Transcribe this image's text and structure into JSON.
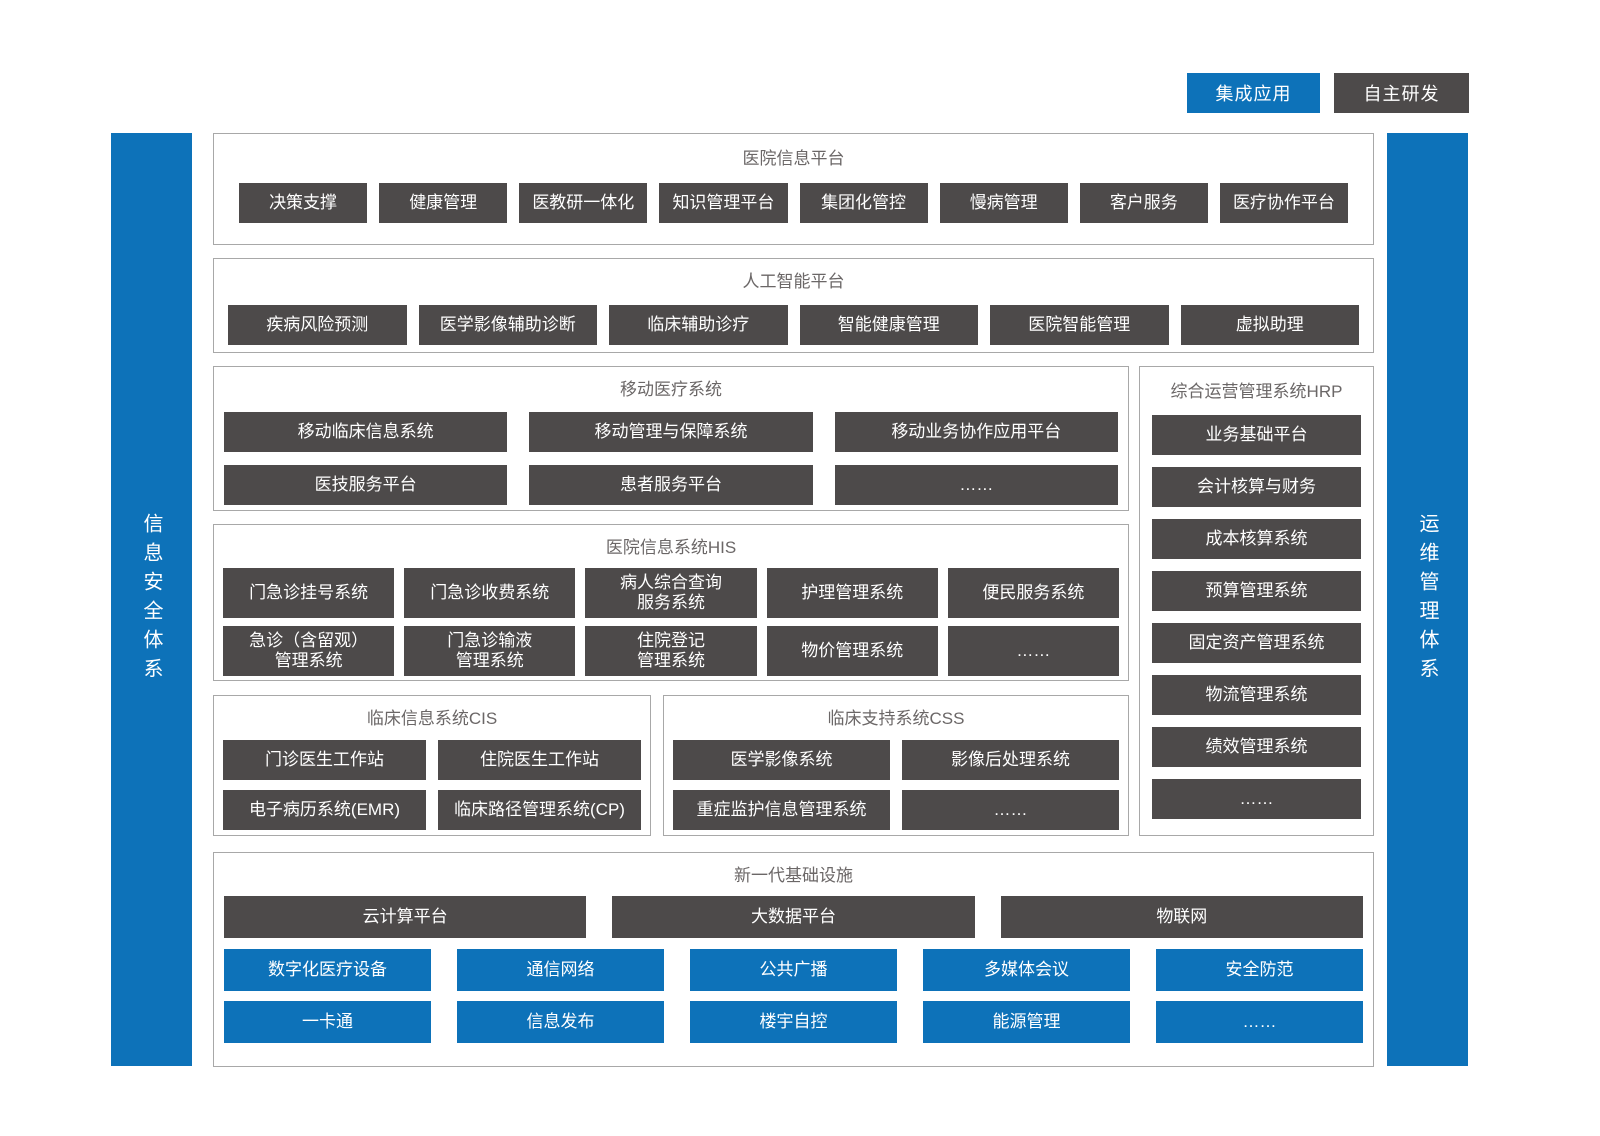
{
  "colors": {
    "blue": "#0d72b9",
    "dark": "#4d4a4a",
    "border": "#a8a8a8",
    "title_text": "#6b6767"
  },
  "legend": {
    "integrated": "集成应用",
    "self_developed": "自主研发"
  },
  "side_bars": {
    "left": "信息安全体系",
    "right": "运维管理体系"
  },
  "sections": {
    "hospital_info_platform": {
      "title": "医院信息平台",
      "items": [
        "决策支撑",
        "健康管理",
        "医教研一体化",
        "知识管理平台",
        "集团化管控",
        "慢病管理",
        "客户服务",
        "医疗协作平台"
      ]
    },
    "ai_platform": {
      "title": "人工智能平台",
      "items": [
        "疾病风险预测",
        "医学影像辅助诊断",
        "临床辅助诊疗",
        "智能健康管理",
        "医院智能管理",
        "虚拟助理"
      ]
    },
    "mobile_medical": {
      "title": "移动医疗系统",
      "rows": [
        [
          "移动临床信息系统",
          "移动管理与保障系统",
          "移动业务协作应用平台"
        ],
        [
          "医技服务平台",
          "患者服务平台",
          "……"
        ]
      ]
    },
    "hrp": {
      "title": "综合运营管理系统HRP",
      "items": [
        "业务基础平台",
        "会计核算与财务",
        "成本核算系统",
        "预算管理系统",
        "固定资产管理系统",
        "物流管理系统",
        "绩效管理系统",
        "……"
      ]
    },
    "his": {
      "title": "医院信息系统HIS",
      "rows": [
        [
          "门急诊挂号系统",
          "门急诊收费系统",
          "病人综合查询\n服务系统",
          "护理管理系统",
          "便民服务系统"
        ],
        [
          "急诊（含留观）\n管理系统",
          "门急诊输液\n管理系统",
          "住院登记\n管理系统",
          "物价管理系统",
          "……"
        ]
      ]
    },
    "cis": {
      "title": "临床信息系统CIS",
      "rows": [
        [
          "门诊医生工作站",
          "住院医生工作站"
        ],
        [
          "电子病历系统(EMR)",
          "临床路径管理系统(CP)"
        ]
      ]
    },
    "css": {
      "title": "临床支持系统CSS",
      "rows": [
        [
          "医学影像系统",
          "影像后处理系统"
        ],
        [
          "重症监护信息管理系统",
          "……"
        ]
      ]
    },
    "infrastructure": {
      "title": "新一代基础设施",
      "dark_row": [
        "云计算平台",
        "大数据平台",
        "物联网"
      ],
      "blue_rows": [
        [
          "数字化医疗设备",
          "通信网络",
          "公共广播",
          "多媒体会议",
          "安全防范"
        ],
        [
          "一卡通",
          "信息发布",
          "楼宇自控",
          "能源管理",
          "……"
        ]
      ]
    }
  }
}
